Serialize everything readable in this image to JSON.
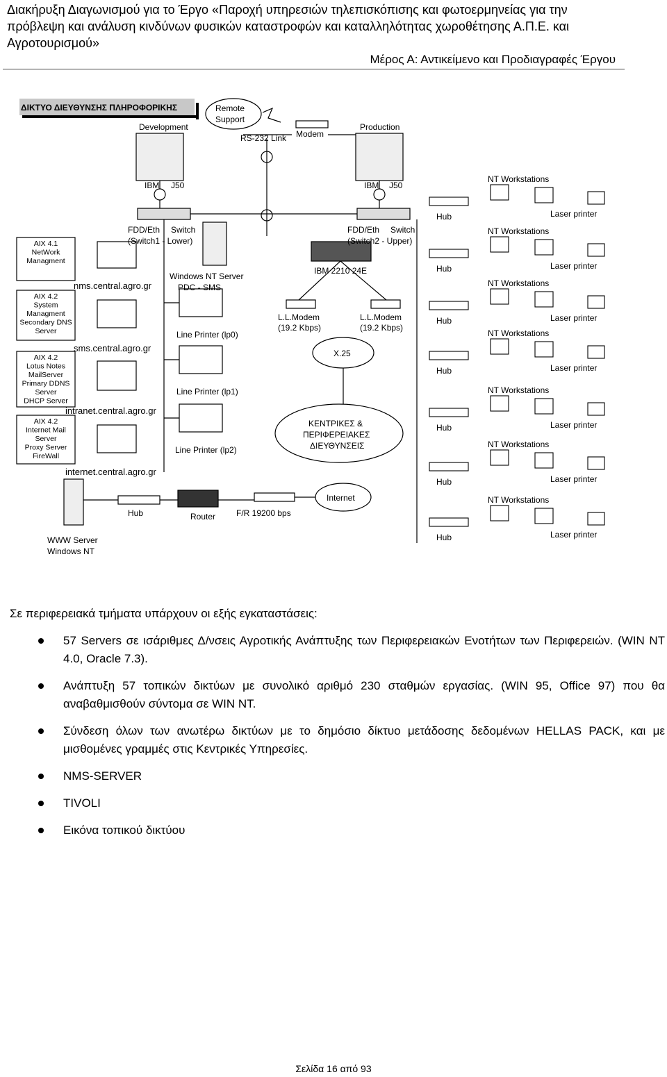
{
  "header": {
    "title": "Διακήρυξη Διαγωνισμού για το Έργο «Παροχή υπηρεσιών τηλεπισκόπισης και φωτοερμηνείας για την πρόβλεψη και ανάλυση κινδύνων φυσικών καταστροφών και καταλληλότητας χωροθέτησης Α.Π.Ε. και Αγροτουρισμού»",
    "section": "Μέρος Α: Αντικείμενο και Προδιαγραφές Έργου"
  },
  "diagram": {
    "title": "ΔΙΚΤΥΟ ΔΙΕΥΘΥΝΣΗΣ ΠΛΗΡΟΦΟΡΙΚΗΣ",
    "remote_support_1": "Remote",
    "remote_support_2": "Support",
    "development": "Development",
    "production": "Production",
    "rs232": "RS-232 Link",
    "modem": "Modem",
    "ibm_left": "IBM",
    "j50_left": "J50",
    "ibm_right": "IBM",
    "j50_right": "J50",
    "sw1_a": "FDD/Eth",
    "sw1_b": "Switch",
    "sw1_c": "(Switch1 - Lower)",
    "sw2_a": "FDD/Eth",
    "sw2_b": "Switch",
    "sw2_c": "(Switch2 - Upper)",
    "ibm2210": "IBM 2210 24E",
    "ntserver_1": "Windows NT Server",
    "ntserver_2": "PDC - SMS",
    "lp0": "Line Printer (lp0)",
    "lp1": "Line Printer (lp1)",
    "lp2": "Line Printer (lp2)",
    "llmodem_l1": "L.L.Modem",
    "llmodem_l2": "(19.2 Kbps)",
    "llmodem_r1": "L.L.Modem",
    "llmodem_r2": "(19.2 Kbps)",
    "x25": "X.25",
    "central_1": "ΚΕΝΤΡΙΚΕΣ &",
    "central_2": "ΠΕΡΙΦΕΡΕΙΑΚΕΣ",
    "central_3": "ΔΙΕΥΘΥΝΣΕΙΣ",
    "internet": "Internet",
    "hub": "Hub",
    "router": "Router",
    "fr": "F/R 19200 bps",
    "www_1": "WWW Server",
    "www_2": "Windows NT",
    "servers": [
      {
        "lines": [
          "AIX 4.1",
          "NetWork",
          "Managment"
        ],
        "host": "nms.central.agro.gr"
      },
      {
        "lines": [
          "AIX 4.2",
          "System",
          "Managment",
          "Secondary DNS",
          "Server"
        ],
        "host": "sms.central.agro.gr"
      },
      {
        "lines": [
          "AIX 4.2",
          "Lotus Notes",
          "MailServer",
          "Primary DDNS",
          "Server",
          "DHCP Server"
        ],
        "host": "intranet.central.agro.gr"
      },
      {
        "lines": [
          "AIX 4.2",
          "Internet Mail",
          "Server",
          "Proxy Server",
          "FireWall"
        ],
        "host": "internet.central.agro.gr"
      }
    ],
    "right_groups": {
      "workstations": "NT Workstations",
      "hub": "Hub",
      "printer": "Laser printer",
      "count": 7
    }
  },
  "body": {
    "intro": "Σε περιφερειακά τμήματα υπάρχουν οι εξής εγκαταστάσεις:",
    "bullets": [
      "57 Servers σε ισάριθμες Δ/νσεις Αγροτικής Ανάπτυξης των Περιφερειακών Ενοτήτων των Περιφερειών. (WIN NT 4.0, Oracle 7.3).",
      "Ανάπτυξη 57 τοπικών δικτύων με συνολικό αριθμό 230 σταθμών εργασίας. (WIN 95, Office 97) που θα αναβαθμισθούν σύντομα σε WIN NT.",
      "Σύνδεση όλων των ανωτέρω δικτύων με το δημόσιο δίκτυο μετάδοσης δεδομένων HELLAS PACK, και με μισθομένες γραμμές στις Κεντρικές Υπηρεσίες.",
      "NMS-SERVER",
      "TIVOLI",
      "Εικόνα τοπικού δικτύου"
    ]
  },
  "footer": {
    "page": "Σελίδα 16 από 93"
  }
}
